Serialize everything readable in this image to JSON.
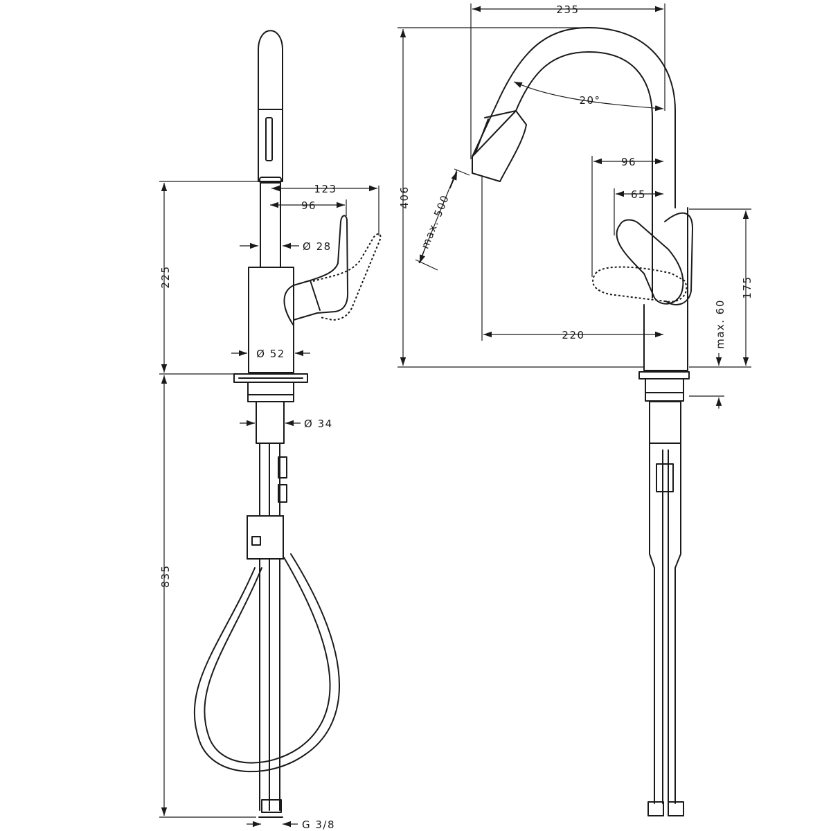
{
  "side_view": {
    "total_height_above_deck": "225",
    "spout_reach": "123",
    "lever_reach": "96",
    "spout_diameter": "Ø 28",
    "body_diameter": "Ø 52",
    "shank_diameter": "Ø 34",
    "below_deck_length": "835",
    "connection_thread": "G 3/8"
  },
  "front_view": {
    "overall_width": "235",
    "overall_height": "406",
    "swivel_angle": "20°",
    "pullout_length": "max. 500",
    "lever_offset_96": "96",
    "lever_offset_65": "65",
    "handle_height": "175",
    "spout_to_body": "220",
    "deck_thickness": "max. 60"
  }
}
